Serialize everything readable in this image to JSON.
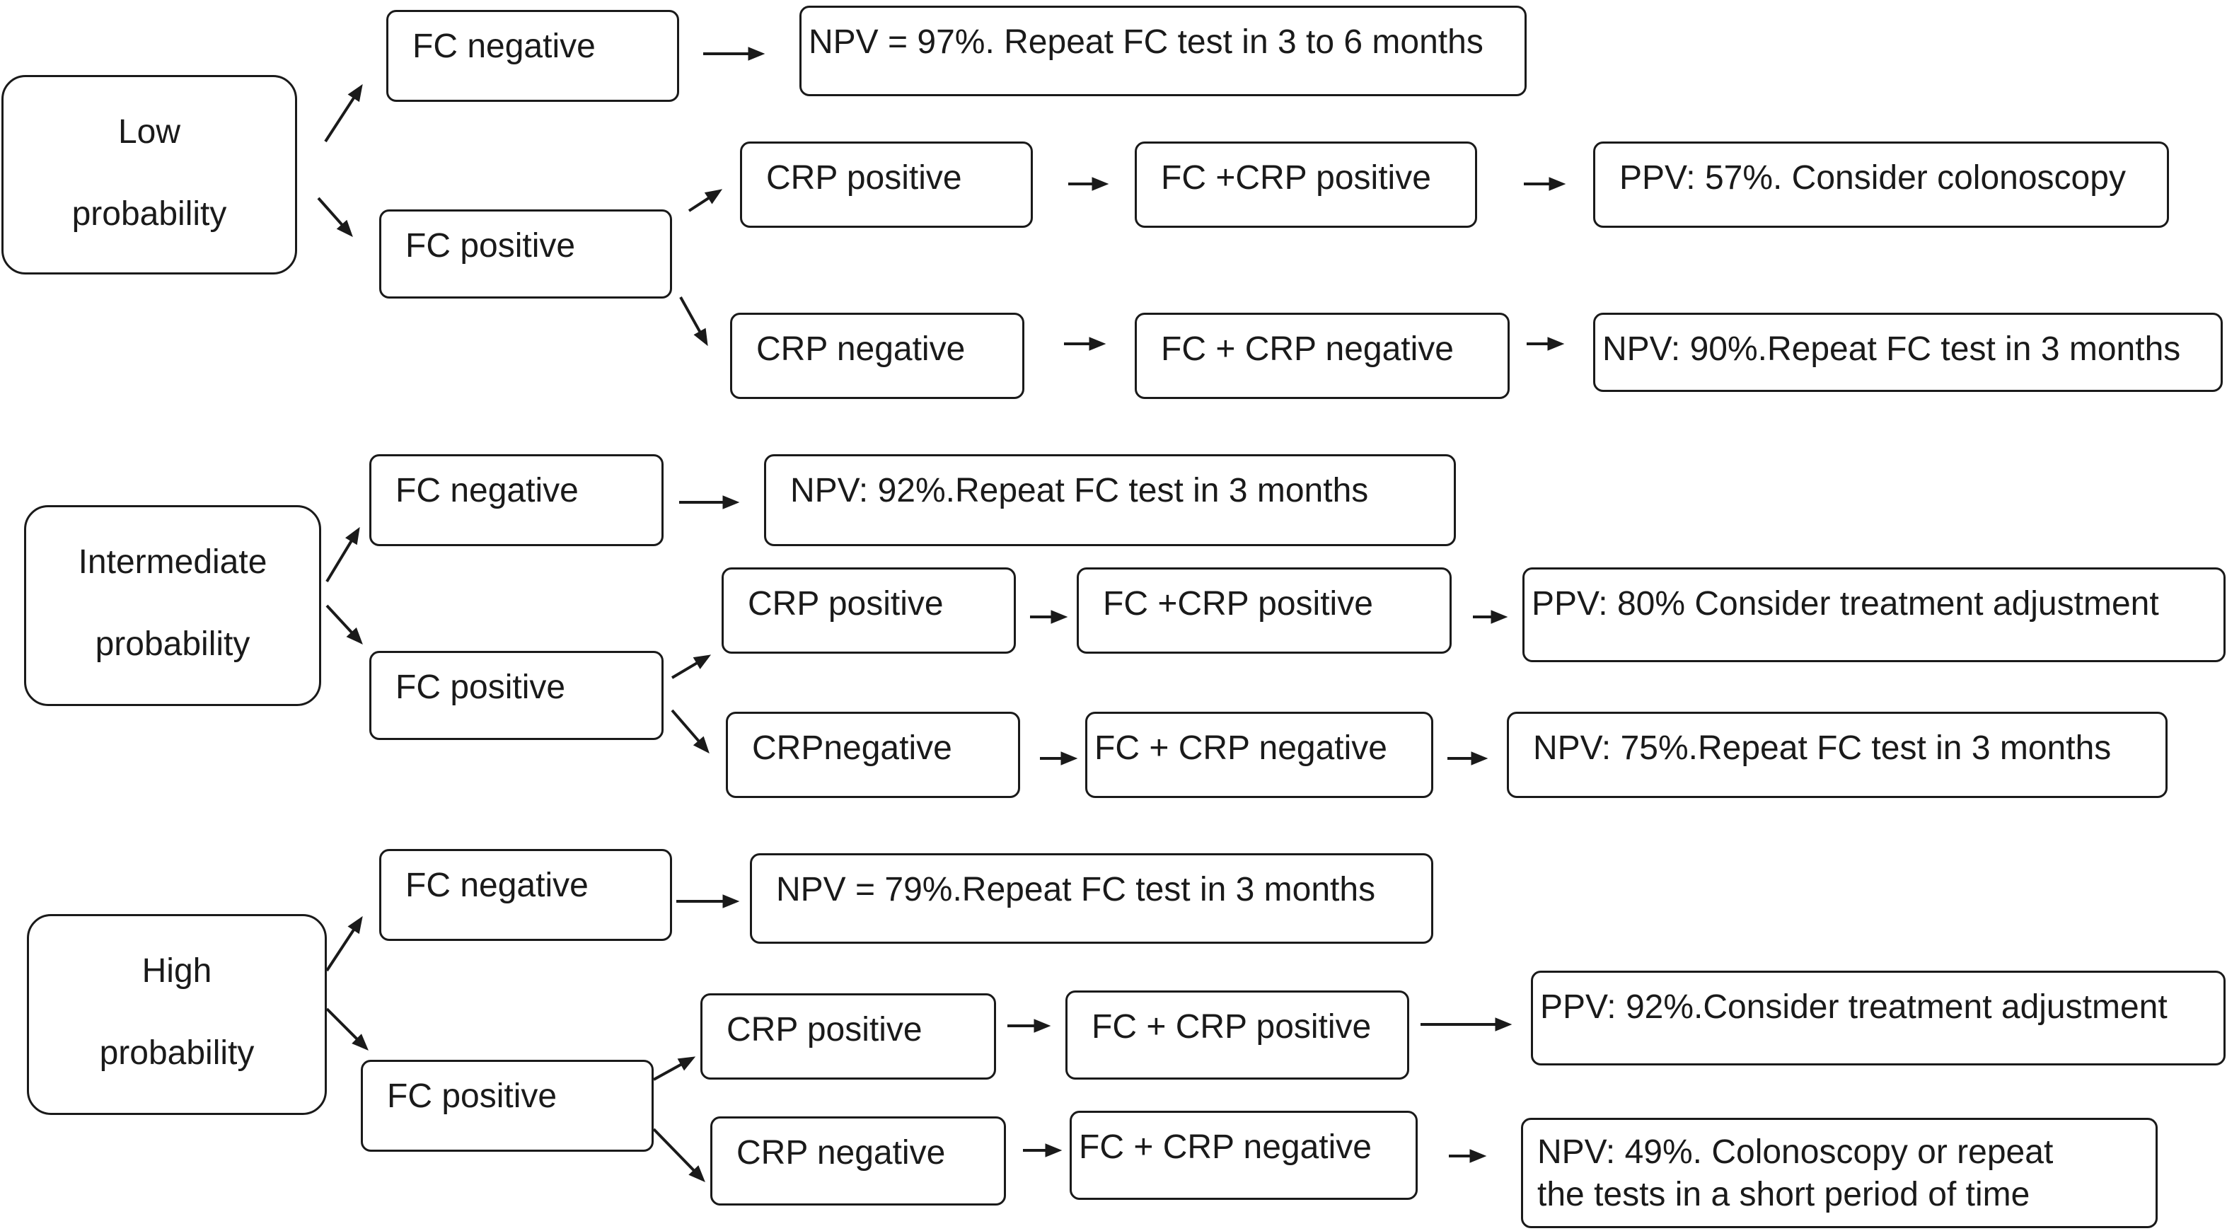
{
  "groups": [
    {
      "probability": [
        "Low",
        "probability"
      ],
      "fc_negative": "FC negative",
      "fc_negative_result": "NPV = 97%. Repeat FC test in 3 to 6 months",
      "fc_positive": "FC positive",
      "crp_positive": "CRP positive",
      "fc_crp_positive": "FC +CRP positive",
      "crp_positive_result": "PPV: 57%. Consider colonoscopy",
      "crp_negative": "CRP negative",
      "fc_crp_negative": "FC + CRP negative",
      "crp_negative_result": "NPV: 90%.Repeat FC test in 3 months"
    },
    {
      "probability": [
        "Intermediate",
        "probability"
      ],
      "fc_negative": "FC negative",
      "fc_negative_result": "NPV: 92%.Repeat FC test in 3 months",
      "fc_positive": "FC positive",
      "crp_positive": "CRP positive",
      "fc_crp_positive": "FC +CRP positive",
      "crp_positive_result": "PPV: 80% Consider treatment adjustment",
      "crp_negative": "CRPnegative",
      "fc_crp_negative": "FC + CRP negative",
      "crp_negative_result": "NPV: 75%.Repeat FC test in 3 months"
    },
    {
      "probability": [
        "High",
        "probability"
      ],
      "fc_negative": "FC negative",
      "fc_negative_result": "NPV = 79%.Repeat FC test in 3 months",
      "fc_positive": "FC positive",
      "crp_positive": "CRP positive",
      "fc_crp_positive": "FC + CRP positive",
      "crp_positive_result": "PPV: 92%.Consider treatment adjustment",
      "crp_negative": "CRP negative",
      "fc_crp_negative": "FC + CRP negative",
      "crp_negative_result": [
        "NPV: 49%. Colonoscopy or repeat",
        "the tests in a short period of time"
      ]
    }
  ],
  "colors": {
    "stroke": "#1a1a1a",
    "background": "#ffffff"
  }
}
